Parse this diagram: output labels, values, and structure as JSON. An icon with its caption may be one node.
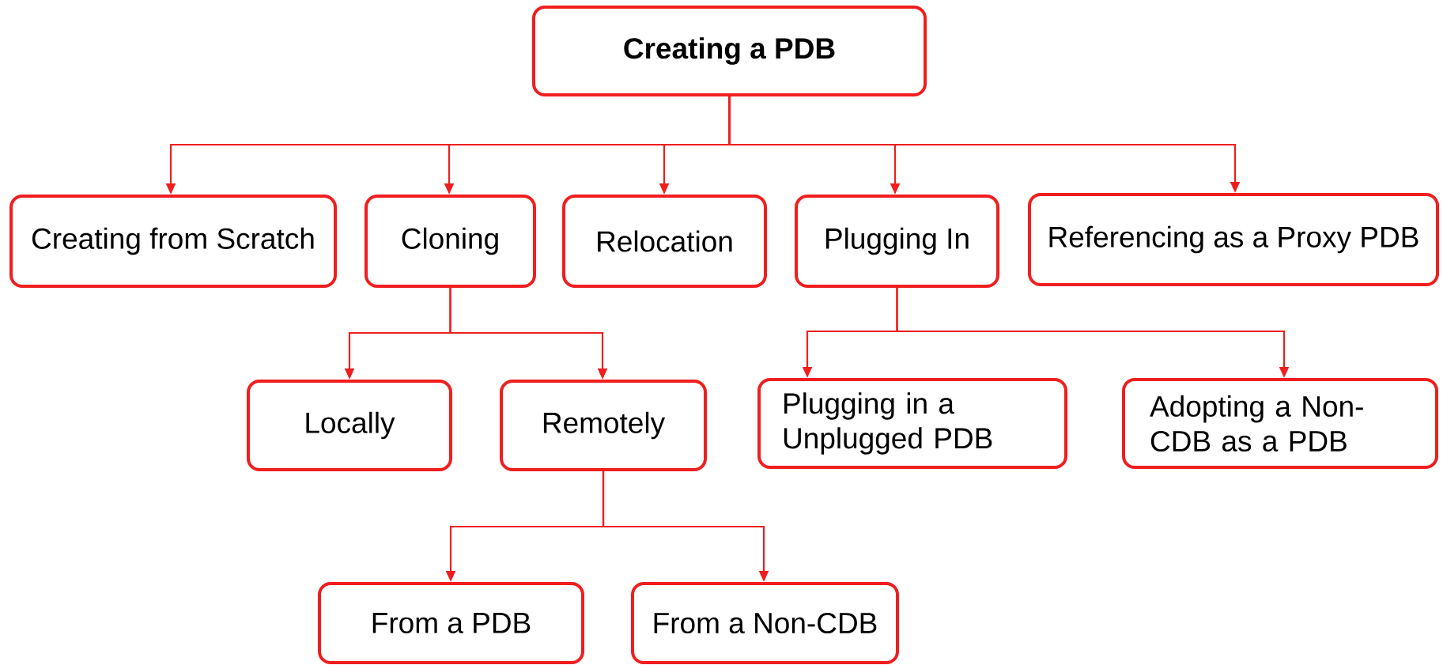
{
  "diagram": {
    "nodes": [
      {
        "text": [
          "Creating a PDB"
        ]
      },
      {
        "text": [
          "Creating from Scratch"
        ]
      },
      {
        "text": [
          "Cloning"
        ]
      },
      {
        "text": [
          "Relocation"
        ]
      },
      {
        "text": [
          "Plugging In"
        ]
      },
      {
        "text": [
          "Referencing as a Proxy PDB"
        ]
      },
      {
        "text": [
          "Locally"
        ]
      },
      {
        "text": [
          "Remotely"
        ]
      },
      {
        "text": [
          "Plugging in a Unplugged PDB"
        ]
      },
      {
        "text": [
          "Adopting a Non-CDB as a PDB"
        ]
      },
      {
        "text": [
          "From a PDB"
        ]
      },
      {
        "text": [
          "From a Non-CDB"
        ]
      }
    ],
    "edges": [
      {
        "from": 0,
        "to": 1,
        "arrow": "to"
      },
      {
        "from": 0,
        "to": 2,
        "arrow": "to"
      },
      {
        "from": 0,
        "to": 3,
        "arrow": "to"
      },
      {
        "from": 0,
        "to": 4,
        "arrow": "to"
      },
      {
        "from": 0,
        "to": 5,
        "arrow": "to"
      },
      {
        "from": 2,
        "to": 6,
        "arrow": "to"
      },
      {
        "from": 2,
        "to": 7,
        "arrow": "to"
      },
      {
        "from": 4,
        "to": 8,
        "arrow": "to"
      },
      {
        "from": 4,
        "to": 9,
        "arrow": "to"
      },
      {
        "from": 7,
        "to": 10,
        "arrow": "to"
      },
      {
        "from": 7,
        "to": 11,
        "arrow": "to"
      }
    ]
  }
}
